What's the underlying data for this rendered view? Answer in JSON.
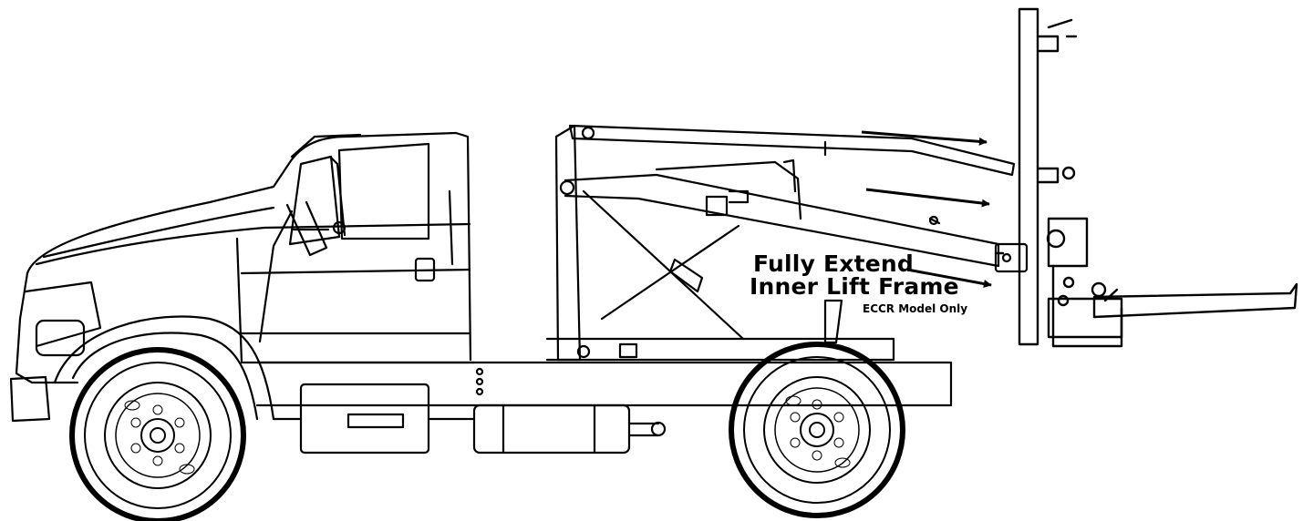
{
  "callout": {
    "line1": "Fully Extend",
    "line2": "Inner Lift Frame",
    "note": "ECCR Model Only"
  },
  "style": {
    "ink": "#000000",
    "paper": "#ffffff"
  }
}
